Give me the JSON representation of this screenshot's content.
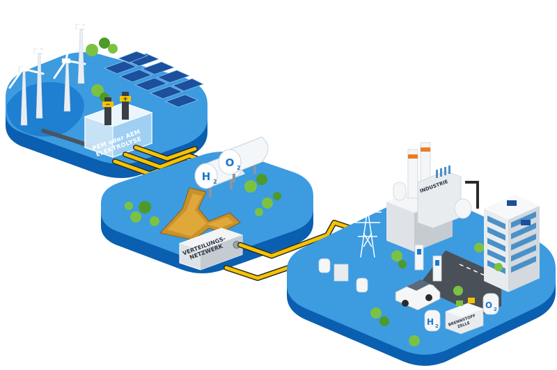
{
  "labels": {
    "electrolysis_line1": "PEM oder AEM",
    "electrolysis_line2": "ELEKTROLYSE",
    "network_line1": "VERTEILUNGS-",
    "network_line2": "NETZWERK",
    "industry": "INDUSTRIE",
    "fuel_cell_line1": "BRENNSTOFF",
    "fuel_cell_line2": "ZELLE"
  },
  "gas_symbols": {
    "tank_h": "H",
    "tank_h_sub": "2",
    "tank_o": "O",
    "tank_o_sub": "2",
    "tank_h_small": "H",
    "tank_h_small_sub": "2",
    "tank_o_small": "O",
    "tank_o_small_sub": "2"
  },
  "electrode_signs": {
    "minus": "−",
    "plus": "+"
  },
  "colors": {
    "island_top": "#3d9be0",
    "island_side": "#0a5fb0",
    "water": "#1f7fd0",
    "pipe": "#f5c400",
    "pipe_edge": "#2a2a2a",
    "tree": "#7cc242",
    "tree_dark": "#4d9a2a",
    "building": "#e9ecef",
    "window": "#4a90c8",
    "accent_orange": "#f07a1e"
  }
}
